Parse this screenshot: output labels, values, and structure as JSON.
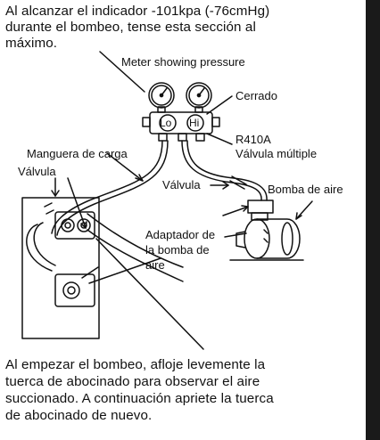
{
  "top_text": {
    "line1": "Al alcanzar el indicador -101kpa (-76cmHg)",
    "line2": "durante el bombeo, tense esta sección al",
    "line3": "máximo."
  },
  "labels": {
    "meter": "Meter showing pressure",
    "closed": "Cerrado",
    "r410a": "R410A",
    "manifold": "Válvula múltiple",
    "hose": "Manguera de carga",
    "valve_left": "Válvula",
    "valve_mid": "Válvula",
    "pump": "Bomba de aire",
    "adapter1": "Adaptador de",
    "adapter2": "la bomba de",
    "adapter3": "aire",
    "lo": "Lo",
    "hi": "Hi"
  },
  "bottom_text": {
    "line1": "Al empezar el bombeo, afloje levemente la",
    "line2": "tuerca de abocinado para observar el aire",
    "line3": "succionado. A continuación apriete la tuerca",
    "line4": "de abocinado de nuevo."
  }
}
